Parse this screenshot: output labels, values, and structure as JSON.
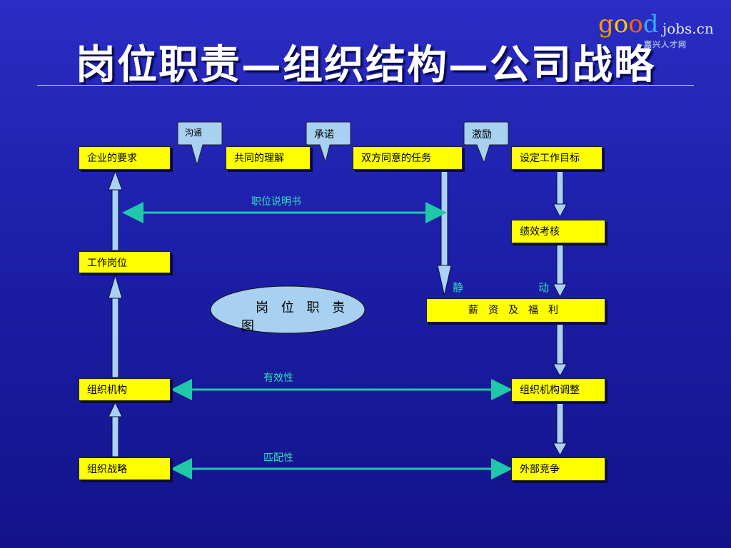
{
  "title": "岗位职责—组织结构—公司战略",
  "logo": {
    "good": "good",
    "jobs": "jobs.cn",
    "sub": "嘉兴人才网"
  },
  "callouts": {
    "c1": "沟通",
    "c2": "承诺",
    "c3": "激励"
  },
  "boxes": {
    "enterprise_req": "企业的要求",
    "common_understanding": "共同的理解",
    "agreed_tasks": "双方同意的任务",
    "set_goals": "设定工作目标",
    "performance": "绩效考核",
    "job_position": "工作岗位",
    "salary": "薪　资　及　福　利",
    "org_structure": "组织机构",
    "org_adjust": "组织机构调整",
    "org_strategy": "组织战略",
    "external_comp": "外部竞争"
  },
  "labels": {
    "job_desc": "职位说明书",
    "static": "静",
    "dynamic": "动",
    "effectiveness": "有效性",
    "match": "匹配性"
  },
  "ellipse": {
    "line1": "岗 位 职 责",
    "line2": "图"
  },
  "colors": {
    "box": "#ffff00",
    "callout": "#a8d0f0",
    "arrow_teal": "#1fc9a8",
    "arrow_blue": "#a9d2f2",
    "label": "#33ddbb"
  }
}
